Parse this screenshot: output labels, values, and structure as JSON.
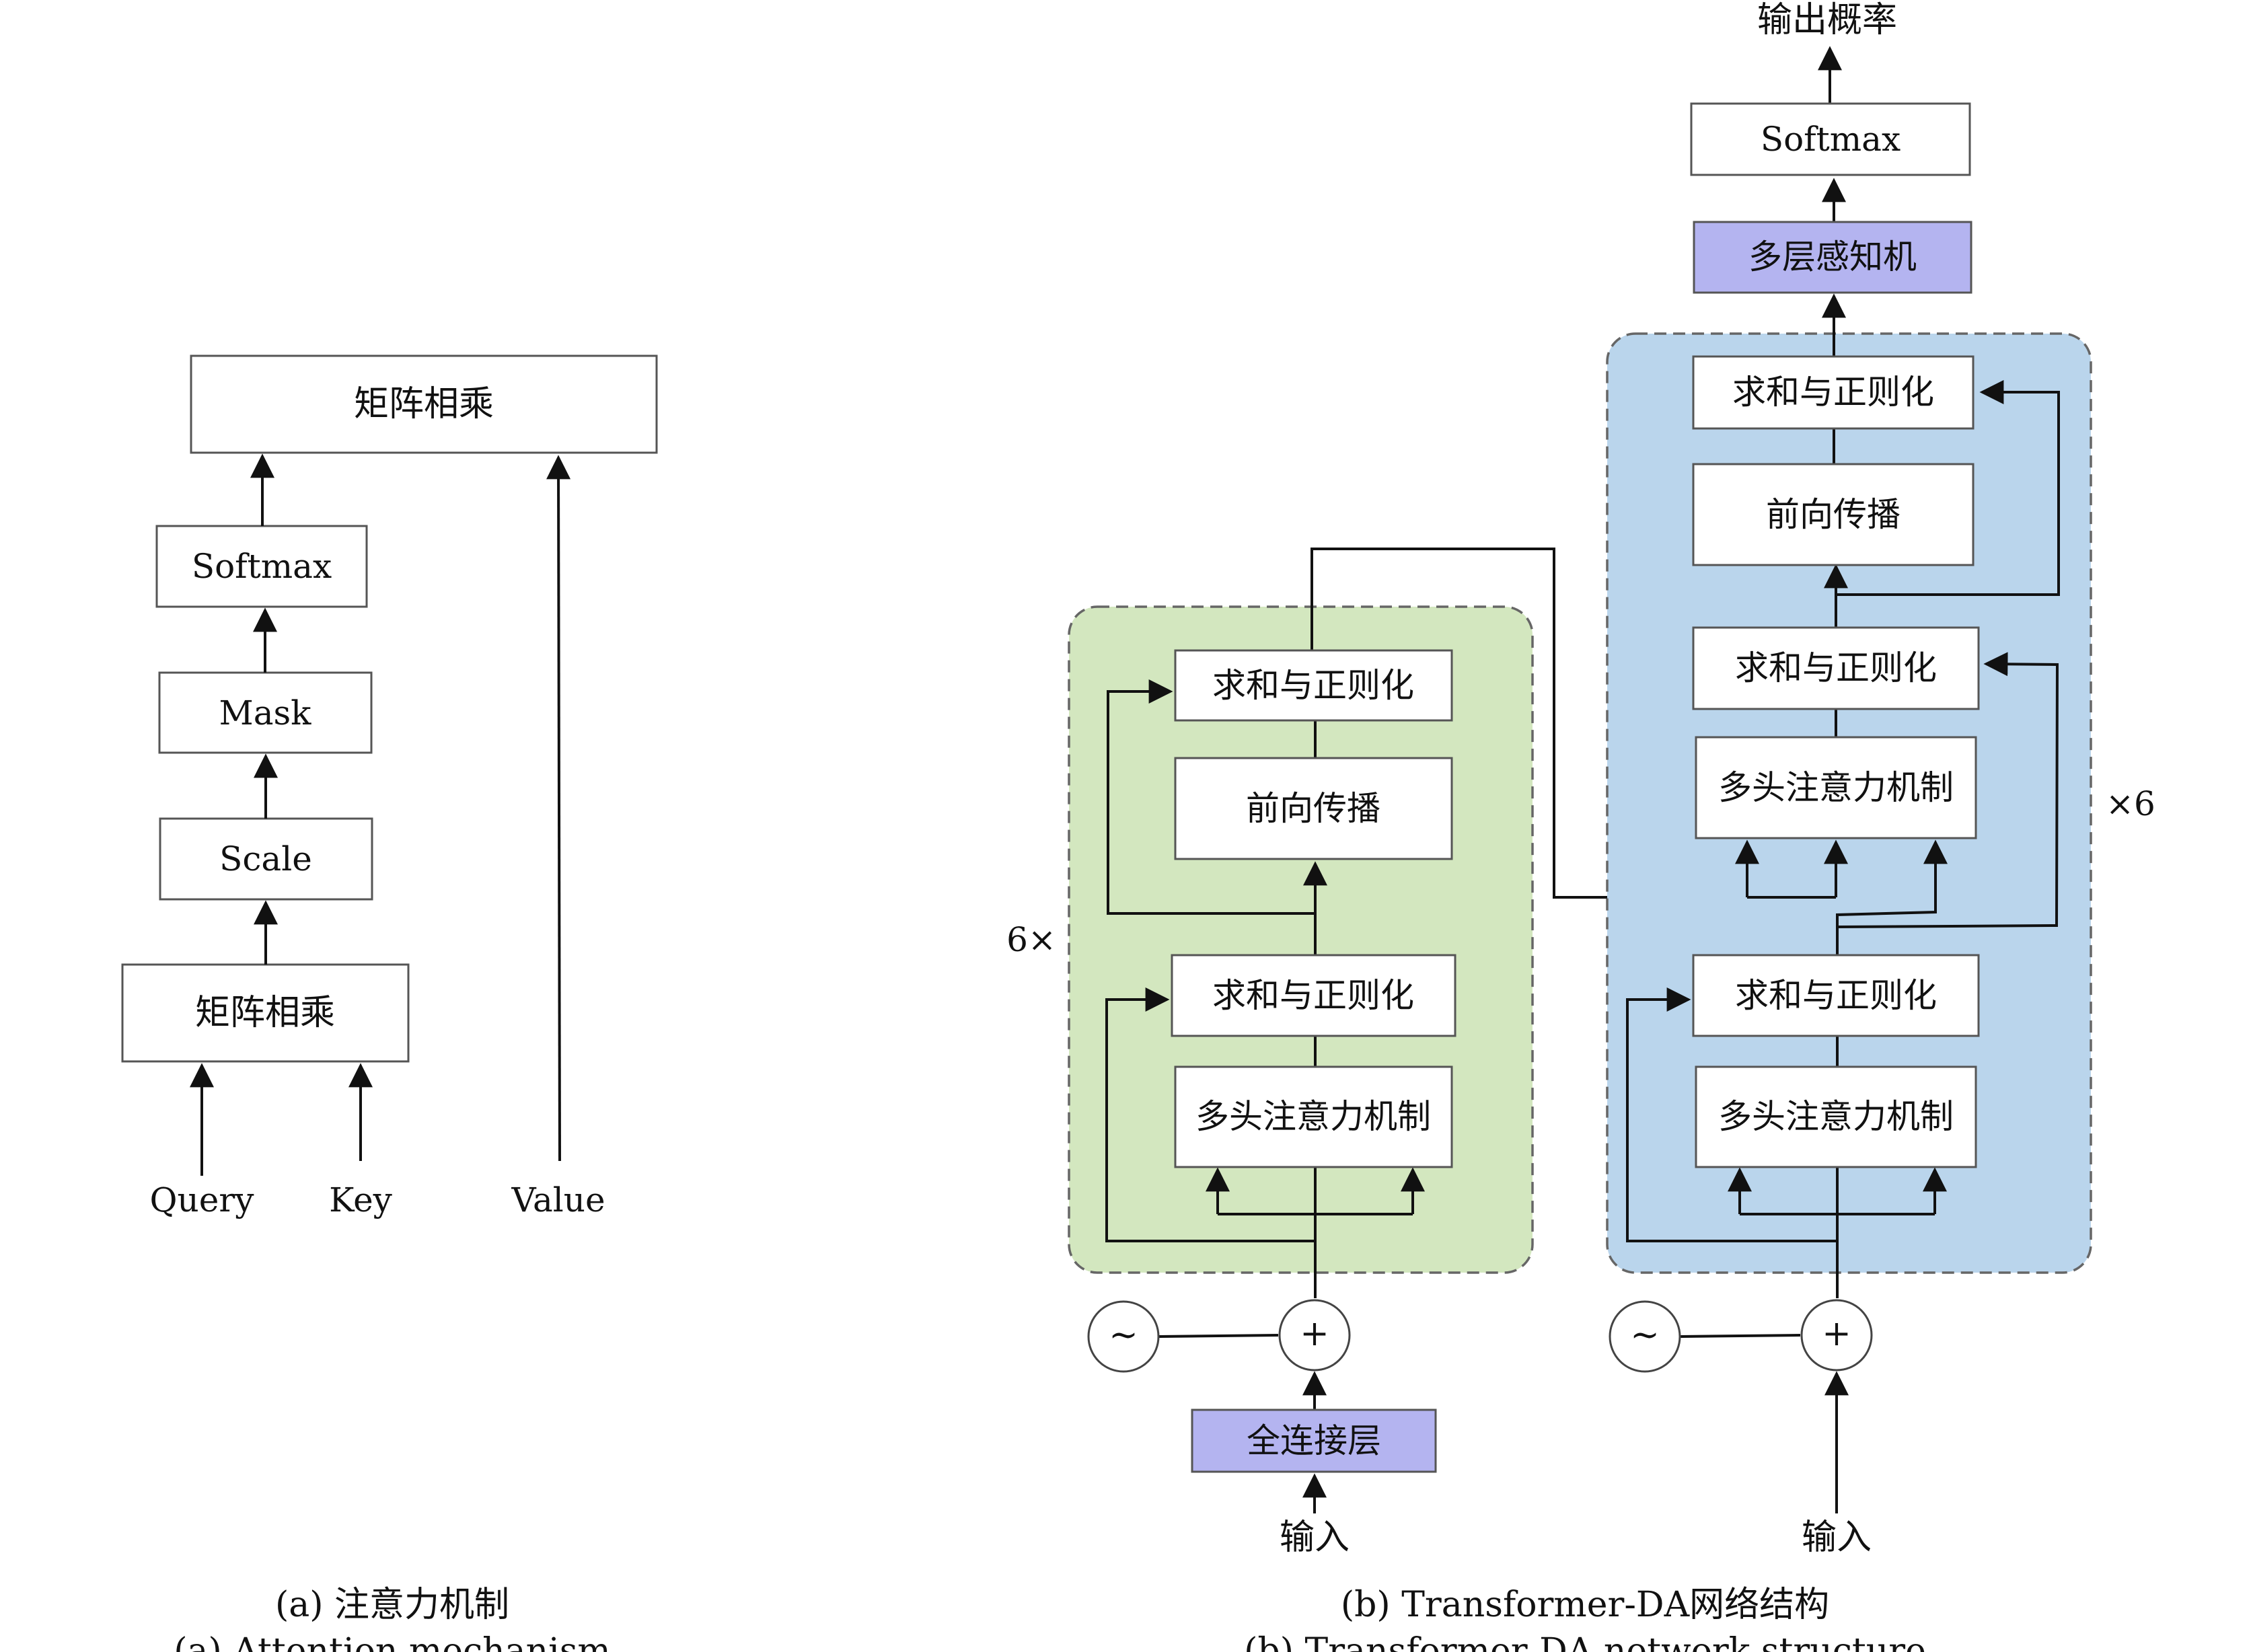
{
  "colors": {
    "encoder_bg": "#d3e7bf",
    "decoder_bg": "#bad5ec",
    "purple": "#b4b4f0",
    "stroke": "#555555",
    "arrow": "#111111"
  },
  "attention": {
    "top_matmul": "矩阵相乘",
    "softmax": "Softmax",
    "mask": "Mask",
    "scale": "Scale",
    "bottom_matmul": "矩阵相乘",
    "query": "Query",
    "key": "Key",
    "value": "Value"
  },
  "encoder": {
    "repeat": "6×",
    "add_norm_top": "求和与正则化",
    "feed_forward": "前向传播",
    "add_norm_bottom": "求和与正则化",
    "multi_head": "多头注意力机制",
    "plus": "+",
    "wave": "~",
    "fc_layer": "全连接层",
    "input": "输入"
  },
  "decoder": {
    "repeat": "×6",
    "output_prob": "输出概率",
    "softmax": "Softmax",
    "mlp": "多层感知机",
    "add_norm_1": "求和与正则化",
    "feed_forward": "前向传播",
    "add_norm_2": "求和与正则化",
    "multi_head_cross": "多头注意力机制",
    "add_norm_3": "求和与正则化",
    "multi_head_self": "多头注意力机制",
    "plus": "+",
    "wave": "~",
    "input": "输入"
  },
  "captions": {
    "a_cn": "(a) 注意力机制",
    "a_en": "(a) Attention mechanism",
    "b_cn": "(b) Transformer-DA网络结构",
    "b_en": "(b) Transformer-DA network structure"
  }
}
